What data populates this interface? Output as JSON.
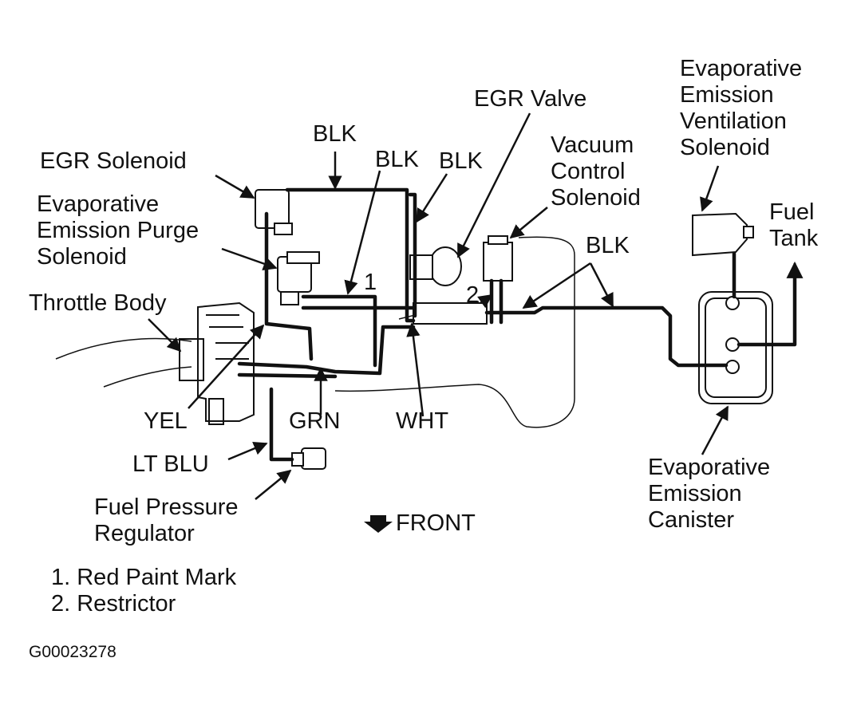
{
  "labels": {
    "egr_solenoid": [
      "EGR Solenoid"
    ],
    "evap_purge_solenoid": [
      "Evaporative",
      "Emission Purge",
      "Solenoid"
    ],
    "throttle_body": [
      "Throttle Body"
    ],
    "blk_top": [
      "BLK"
    ],
    "blk_mid": [
      "BLK"
    ],
    "blk_right": [
      "BLK"
    ],
    "blk_far": [
      "BLK"
    ],
    "egr_valve": [
      "EGR Valve"
    ],
    "vacuum_control_solenoid": [
      "Vacuum",
      "Control",
      "Solenoid"
    ],
    "evap_vent_solenoid": [
      "Evaporative",
      "Emission",
      "Ventilation",
      "Solenoid"
    ],
    "fuel_tank": [
      "Fuel",
      "Tank"
    ],
    "yel": [
      "YEL"
    ],
    "grn": [
      "GRN"
    ],
    "wht": [
      "WHT"
    ],
    "lt_blu": [
      "LT BLU"
    ],
    "fuel_pressure_regulator": [
      "Fuel Pressure",
      "Regulator"
    ],
    "front": [
      "FRONT"
    ],
    "evap_canister": [
      "Evaporative",
      "Emission",
      "Canister"
    ],
    "callout_1": [
      "1"
    ],
    "callout_2": [
      "2"
    ]
  },
  "legend": [
    "1. Red Paint Mark",
    "2. Restrictor"
  ],
  "figure_id": "G00023278"
}
